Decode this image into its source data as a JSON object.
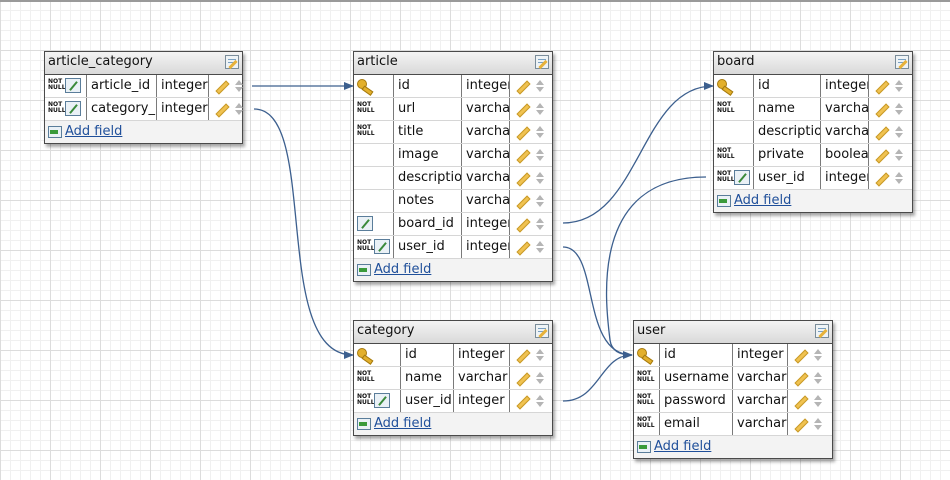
{
  "add_field_label": "Add field",
  "not_null_badge": [
    "NOT",
    "NULL"
  ],
  "colors": {
    "link_line": "#3c5f8e",
    "add_link": "#1f4f9a",
    "key": "#e3b02c"
  },
  "tables": [
    {
      "id": "article_category",
      "title": "article_category",
      "fields": [
        {
          "name": "article_id",
          "type": "integer",
          "not_null": true,
          "pk": false,
          "fk": true
        },
        {
          "name": "category_id",
          "type": "integer",
          "not_null": true,
          "pk": false,
          "fk": true
        }
      ]
    },
    {
      "id": "article",
      "title": "article",
      "fields": [
        {
          "name": "id",
          "type": "integer",
          "not_null": false,
          "pk": true,
          "fk": false
        },
        {
          "name": "url",
          "type": "varchar",
          "not_null": true,
          "pk": false,
          "fk": false
        },
        {
          "name": "title",
          "type": "varchar",
          "not_null": true,
          "pk": false,
          "fk": false
        },
        {
          "name": "image",
          "type": "varchar",
          "not_null": false,
          "pk": false,
          "fk": false
        },
        {
          "name": "description",
          "type": "varchar",
          "not_null": false,
          "pk": false,
          "fk": false
        },
        {
          "name": "notes",
          "type": "varchar",
          "not_null": false,
          "pk": false,
          "fk": false
        },
        {
          "name": "board_id",
          "type": "integer",
          "not_null": false,
          "pk": false,
          "fk": true
        },
        {
          "name": "user_id",
          "type": "integer",
          "not_null": true,
          "pk": false,
          "fk": true
        }
      ]
    },
    {
      "id": "board",
      "title": "board",
      "fields": [
        {
          "name": "id",
          "type": "integer",
          "not_null": false,
          "pk": true,
          "fk": false
        },
        {
          "name": "name",
          "type": "varchar",
          "not_null": true,
          "pk": false,
          "fk": false
        },
        {
          "name": "description",
          "type": "varchar",
          "not_null": false,
          "pk": false,
          "fk": false
        },
        {
          "name": "private",
          "type": "boolean",
          "not_null": true,
          "pk": false,
          "fk": false
        },
        {
          "name": "user_id",
          "type": "integer",
          "not_null": true,
          "pk": false,
          "fk": true
        }
      ]
    },
    {
      "id": "category",
      "title": "category",
      "fields": [
        {
          "name": "id",
          "type": "integer",
          "not_null": false,
          "pk": true,
          "fk": false
        },
        {
          "name": "name",
          "type": "varchar",
          "not_null": true,
          "pk": false,
          "fk": false
        },
        {
          "name": "user_id",
          "type": "integer",
          "not_null": true,
          "pk": false,
          "fk": true
        }
      ]
    },
    {
      "id": "user",
      "title": "user",
      "fields": [
        {
          "name": "id",
          "type": "integer",
          "not_null": false,
          "pk": true,
          "fk": false
        },
        {
          "name": "username",
          "type": "varchar",
          "not_null": true,
          "pk": false,
          "fk": false
        },
        {
          "name": "password",
          "type": "varchar",
          "not_null": true,
          "pk": false,
          "fk": false
        },
        {
          "name": "email",
          "type": "varchar",
          "not_null": true,
          "pk": false,
          "fk": false
        }
      ]
    }
  ],
  "relations": [
    {
      "from": "article_category.article_id",
      "to": "article.id"
    },
    {
      "from": "article_category.category_id",
      "to": "category.id"
    },
    {
      "from": "article.board_id",
      "to": "board.id"
    },
    {
      "from": "article.user_id",
      "to": "user.id"
    },
    {
      "from": "board.user_id",
      "to": "user.id"
    },
    {
      "from": "category.user_id",
      "to": "user.id"
    }
  ]
}
